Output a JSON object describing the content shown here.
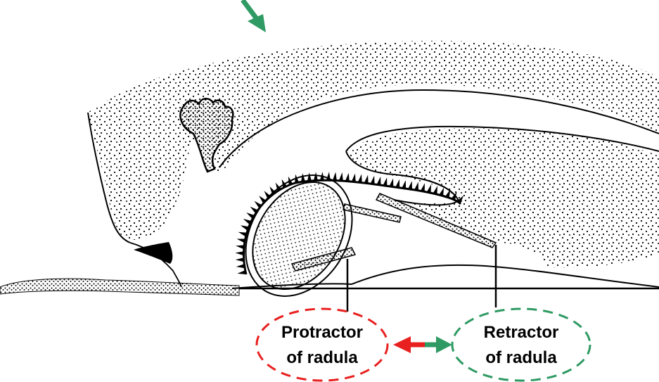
{
  "diagram": {
    "labels": {
      "protractor_line1": "Protractor",
      "protractor_line2": "of radula",
      "retractor_line1": "Retractor",
      "retractor_line2": "of radula"
    },
    "colors": {
      "protractor_outline": "#e8201f",
      "retractor_outline": "#2f9a63",
      "arrow_red": "#e8201f",
      "arrow_green": "#2f9a63",
      "pointer_arrow": "#2f9a63",
      "ink": "#000000"
    }
  }
}
